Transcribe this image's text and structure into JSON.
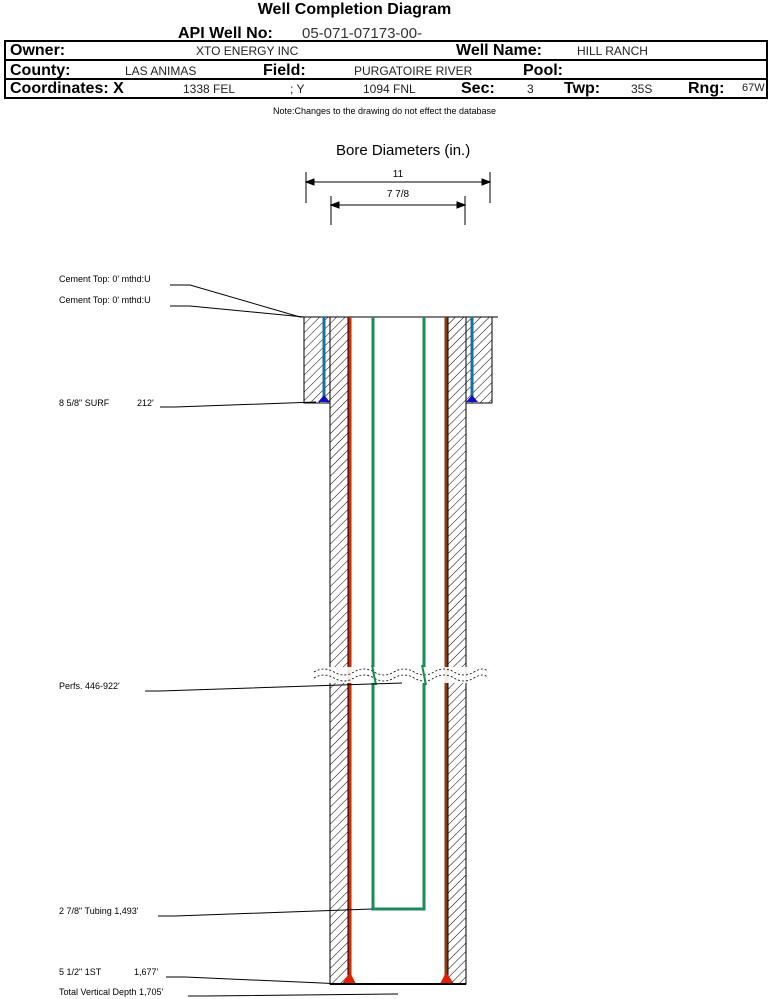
{
  "header": {
    "title": "Well Completion Diagram",
    "api_label": "API Well No:",
    "api_value": "05-071-07173-00-",
    "owner_label": "Owner:",
    "owner_value": "XTO ENERGY INC",
    "well_name_label": "Well Name:",
    "well_name_value": "HILL RANCH",
    "county_label": "County:",
    "county_value": "LAS ANIMAS",
    "field_label": "Field:",
    "field_value": "PURGATOIRE RIVER",
    "pool_label": "Pool:",
    "pool_value": "",
    "coord_label": "Coordinates: X",
    "coord_x_value": "1338 FEL",
    "coord_y_label": "; Y",
    "coord_y_value": "1094 FNL",
    "sec_label": "Sec:",
    "sec_value": "3",
    "twp_label": "Twp:",
    "twp_value": "35S",
    "rng_label": "Rng:",
    "rng_value": "67W"
  },
  "note": "Note:Changes to the drawing do not effect the database",
  "bore": {
    "title": "Bore Diameters (in.)",
    "outer": "11",
    "inner": "7 7/8"
  },
  "callouts": {
    "cement_top_1": "Cement Top: 0' mthd:U",
    "cement_top_2": "Cement Top: 0' mthd:U",
    "surface_casing_name": "8 5/8\" SURF",
    "surface_casing_depth": "212'",
    "perfs": "Perfs. 446-922'",
    "tubing": "2 7/8\" Tubing 1,493'",
    "production_casing_name": "5 1/2\" 1ST",
    "production_casing_depth": "1,677'",
    "total_depth": "Total Vertical Depth 1,705'"
  },
  "colors": {
    "surface_casing": "#1a6fa0",
    "production_casing_left": "#d42a00",
    "production_casing_right": "#8b3a0f",
    "tubing": "#1a8a5a",
    "surface_shoe": "#1010c0",
    "production_shoe": "#e02000"
  }
}
